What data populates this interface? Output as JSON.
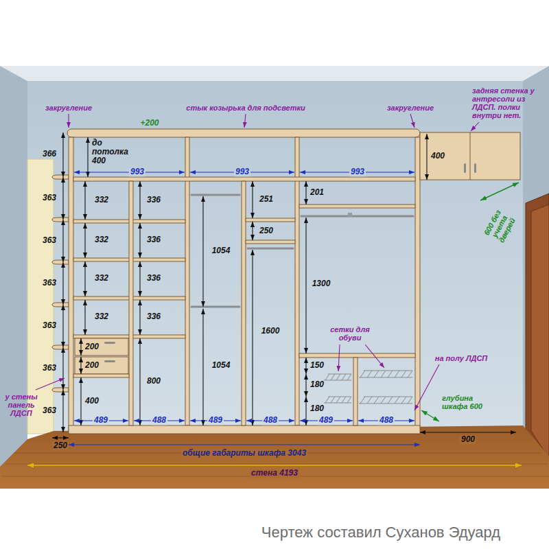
{
  "diagram": {
    "caption": "Чертеж составил Суханов Эдуард",
    "labels": [
      "закругление",
      "стык козырька для подсветки",
      "закругление",
      "задняя стенка у антресоли из ЛДСП. полки внутри нет.",
      "+200",
      "366",
      "363",
      "363",
      "363",
      "363",
      "363",
      "363",
      "до потолка 400",
      "993",
      "993",
      "993",
      "400",
      "600 без учета дверей",
      "332",
      "332",
      "332",
      "332",
      "336",
      "336",
      "336",
      "336",
      "251",
      "250",
      "201",
      "1054",
      "1300",
      "1600",
      "1054",
      "сетки для обуви",
      "200",
      "200",
      "800",
      "150",
      "180",
      "180",
      "на полу ЛДСП",
      "400",
      "у стены панель ЛДСП",
      "глубина шкафа 600",
      "489",
      "488",
      "489",
      "488",
      "489",
      "488",
      "250",
      "900",
      "общие габариты шкафа 3043",
      "стена 4193"
    ]
  }
}
